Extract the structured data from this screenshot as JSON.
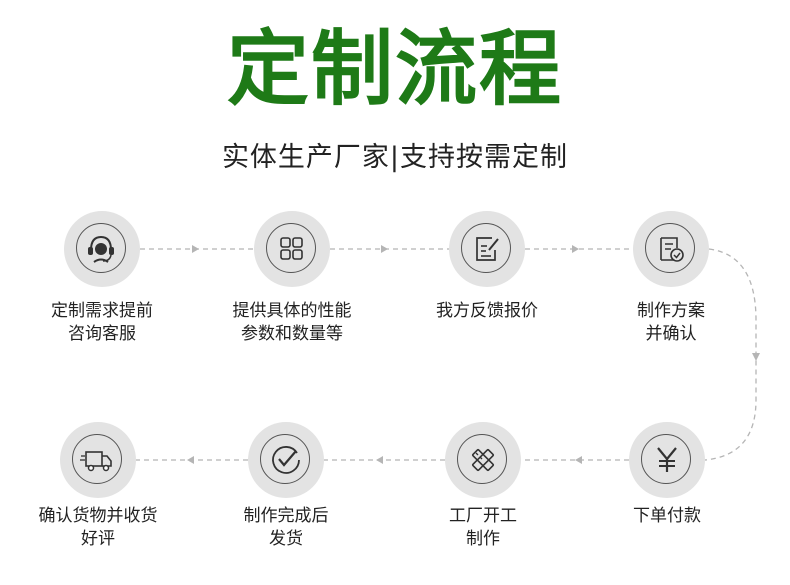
{
  "title": "定制流程",
  "subtitle": "实体生产厂家|支持按需定制",
  "steps": [
    {
      "line1": "定制需求提前",
      "line2": "咨询客服",
      "icon": "headset-icon"
    },
    {
      "line1": "提供具体的性能",
      "line2": "参数和数量等",
      "icon": "grid-icon"
    },
    {
      "line1": "我方反馈报价",
      "line2": "",
      "icon": "edit-document-icon"
    },
    {
      "line1": "制作方案",
      "line2": "并确认",
      "icon": "approved-document-icon"
    },
    {
      "line1": "下单付款",
      "line2": "",
      "icon": "yen-icon"
    },
    {
      "line1": "工厂开工",
      "line2": "制作",
      "icon": "pencil-ruler-icon"
    },
    {
      "line1": "制作完成后",
      "line2": "发货",
      "icon": "checkmark-icon"
    },
    {
      "line1": "确认货物并收货",
      "line2": "好评",
      "icon": "delivery-truck-icon"
    }
  ],
  "colors": {
    "title": "#1e7a17",
    "circle": "#e3e3e3",
    "connector": "#b5b5b5"
  }
}
